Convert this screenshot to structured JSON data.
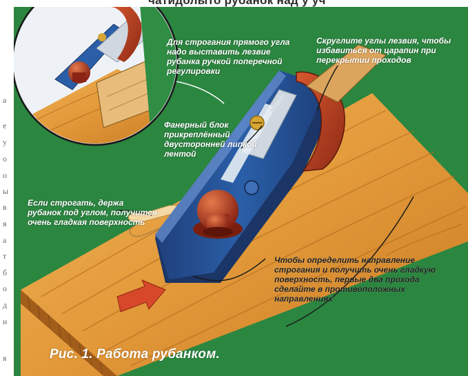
{
  "top_text": "чатидолыто рубанок над у уч",
  "margin_chars": [
    "а",
    "е",
    "у",
    "о",
    "о",
    "ы",
    "в",
    "я",
    "а",
    "т",
    "б",
    "о",
    "д",
    "и",
    "я"
  ],
  "callouts": {
    "angle": "Для строгания прямого угла надо выставить лезвие рубанка ручкой поперечной регулировки",
    "corners": "Скруглите углы лезвия, чтобы избавиться от царапин при перекрытии проходов",
    "block": "Фанерный блок прикреплённый двусторонней липкой лентой",
    "slant": "Если строгать, держа рубанок под углом, получится очень гладкая поверхность",
    "direction": "Чтобы определить направление строгания и получить очень гладкую поверхность, первые два прохода сделайте в противоположных направлениях"
  },
  "caption": "Рис. 1. Работа рубанком.",
  "colors": {
    "background": "#2f8e44",
    "board": "#e39a3a",
    "plane_body": "#2a5fa8",
    "plane_handle": "#b83b21",
    "blade": "#cfd7e0",
    "arrow": "#d7482a"
  }
}
